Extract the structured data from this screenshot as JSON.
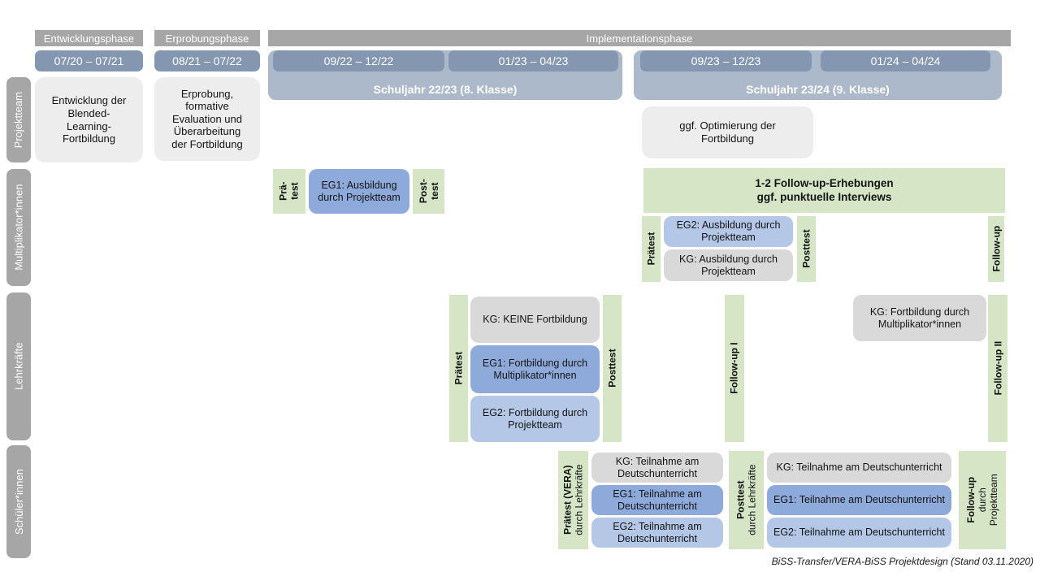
{
  "colors": {
    "phase_bar_gray": "#A6A6A6",
    "date_bar_blue": "#8496B0",
    "school_year_band_blue": "#ACB9CA",
    "row_label_gray": "#A6A6A6",
    "box_light_gray": "#EDEDED",
    "box_kg_gray": "#D9D9D9",
    "box_eg1_blue": "#8EAADB",
    "box_eg2_blue": "#B4C7E7",
    "box_green": "#D6E5C6"
  },
  "phases": {
    "entwicklung": "Entwicklungsphase",
    "erprobung": "Erprobungsphase",
    "implementation": "Implementationsphase"
  },
  "periods": [
    "07/20 – 07/21",
    "08/21 – 07/22",
    "09/22 – 12/22",
    "01/23 – 04/23",
    "09/23 – 12/23",
    "01/24 – 04/24"
  ],
  "school_years": [
    "Schuljahr 22/23 (8. Klasse)",
    "Schuljahr 23/24 (9. Klasse)"
  ],
  "row_labels": [
    "Projektteam",
    "Multiplikator*innen",
    "Lehrkräfte",
    "Schüler*innen"
  ],
  "projektteam": {
    "entwicklung_lines": [
      "Entwicklung der",
      "Blended-",
      "Learning-",
      "Fortbildung"
    ],
    "erprobung_lines": [
      "Erprobung,",
      "formative",
      "Evaluation und",
      "Überarbeitung",
      "der Fortbildung"
    ],
    "optimierung_lines": [
      "ggf. Optimierung der",
      "Fortbildung"
    ]
  },
  "multiplikatoren": {
    "praetest1_lines": [
      "Prä-",
      "test"
    ],
    "eg1": "EG1: Ausbildung durch Projektteam",
    "posttest1_lines": [
      "Post-",
      "test"
    ],
    "followup_box_lines": [
      "1-2 Follow-up-Erhebungen",
      "ggf. punktuelle Interviews"
    ],
    "praetest2": "Prätest",
    "eg2": "EG2: Ausbildung durch Projektteam",
    "kg": "KG: Ausbildung durch Projektteam",
    "posttest2": "Posttest",
    "followup": "Follow-up"
  },
  "lehrkraefte": {
    "praetest": "Prätest",
    "kg_keine": "KG: KEINE Fortbildung",
    "eg1": "EG1: Fortbildung durch Multiplikator*innen",
    "eg2": "EG2: Fortbildung durch Projektteam",
    "posttest": "Posttest",
    "followup1": "Follow-up I",
    "kg_fortbildung": "KG: Fortbildung durch Multiplikator*innen",
    "followup2": "Follow-up II"
  },
  "schueler": {
    "praetest_bold": "Prätest (VERA)",
    "praetest_sub": "durch Lehrkräfte",
    "kg1": "KG: Teilnahme am Deutschunterricht",
    "eg1_1": "EG1: Teilnahme am Deutschunterricht",
    "eg2_1": "EG2: Teilnahme am Deutschunterricht",
    "posttest_bold": "Posttest",
    "posttest_sub": "durch Lehrkräfte",
    "kg2": "KG: Teilnahme am Deutschunterricht",
    "eg1_2": "EG1: Teilnahme am Deutschunterricht",
    "eg2_2": "EG2: Teilnahme am Deutschunterricht",
    "followup_bold": "Follow-up",
    "followup_sub1": "durch",
    "followup_sub2": "Projektteam"
  },
  "footer": "BiSS-Transfer/VERA-BiSS Projektdesign (Stand 03.11.2020)"
}
